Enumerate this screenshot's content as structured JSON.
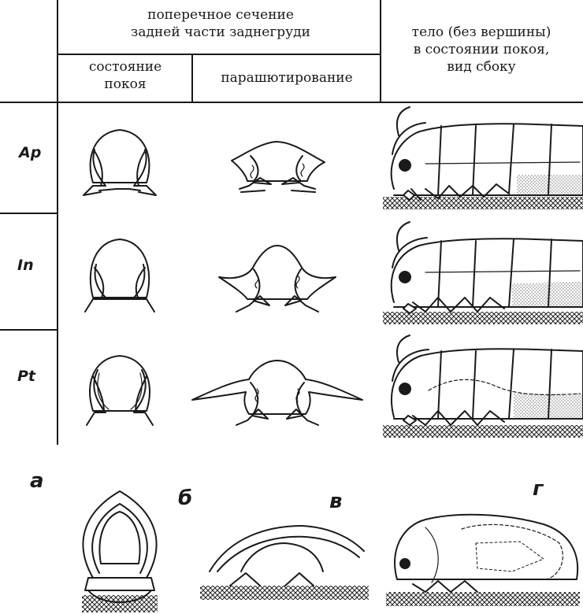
{
  "header": {
    "cross_section": "поперечное сечение\nзадней части заднегруди",
    "rest": "состояние\nпокоя",
    "parachuting": "парашютирование",
    "body": "тело (без вершины)\nв состоянии покоя,\nвид сбоку"
  },
  "rows": [
    {
      "label": "Ap"
    },
    {
      "label": "In"
    },
    {
      "label": "Pt"
    }
  ],
  "panels": {
    "a": "а",
    "b": "б",
    "v": "в",
    "g": "г"
  }
}
